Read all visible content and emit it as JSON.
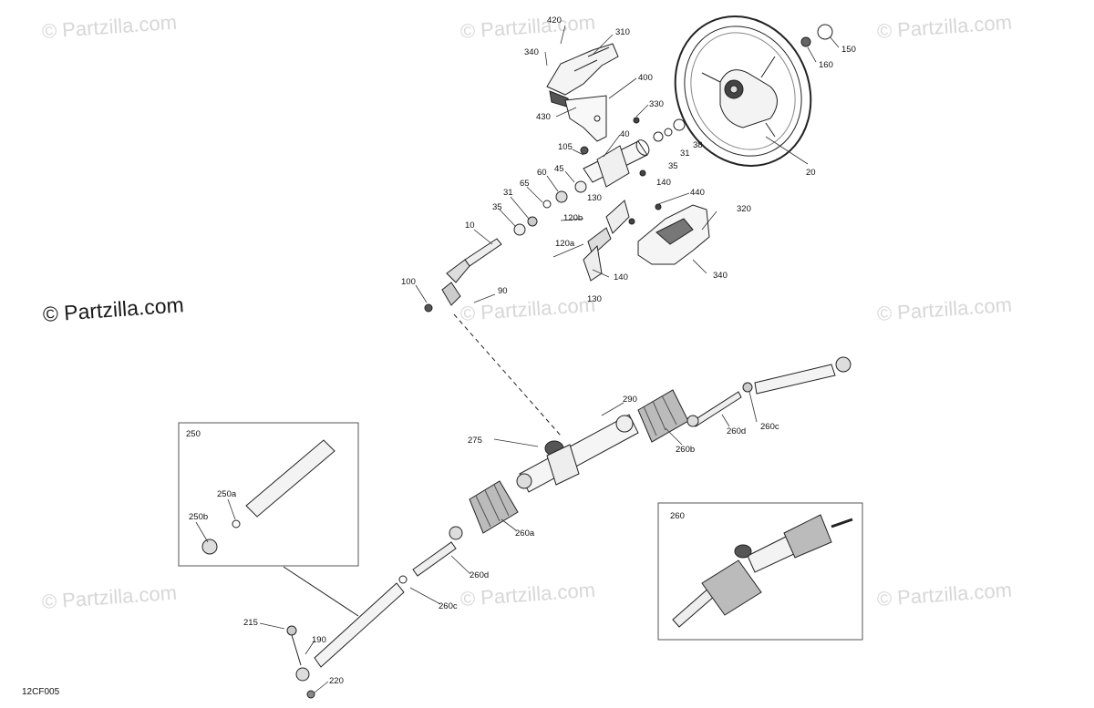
{
  "watermark": {
    "text": "© Partzilla.com",
    "main_text": "© Partzilla.com"
  },
  "figure_code": "12CF005",
  "callouts": [
    "420",
    "310",
    "340",
    "400",
    "430",
    "330",
    "105",
    "40",
    "60",
    "45",
    "65",
    "31",
    "35",
    "130",
    "140",
    "440",
    "320",
    "10",
    "120b",
    "120a",
    "100",
    "90",
    "38",
    "20",
    "150",
    "160",
    "290",
    "275",
    "260b",
    "260d",
    "260c",
    "260a",
    "250",
    "250a",
    "250b",
    "215",
    "190",
    "220",
    "260"
  ]
}
